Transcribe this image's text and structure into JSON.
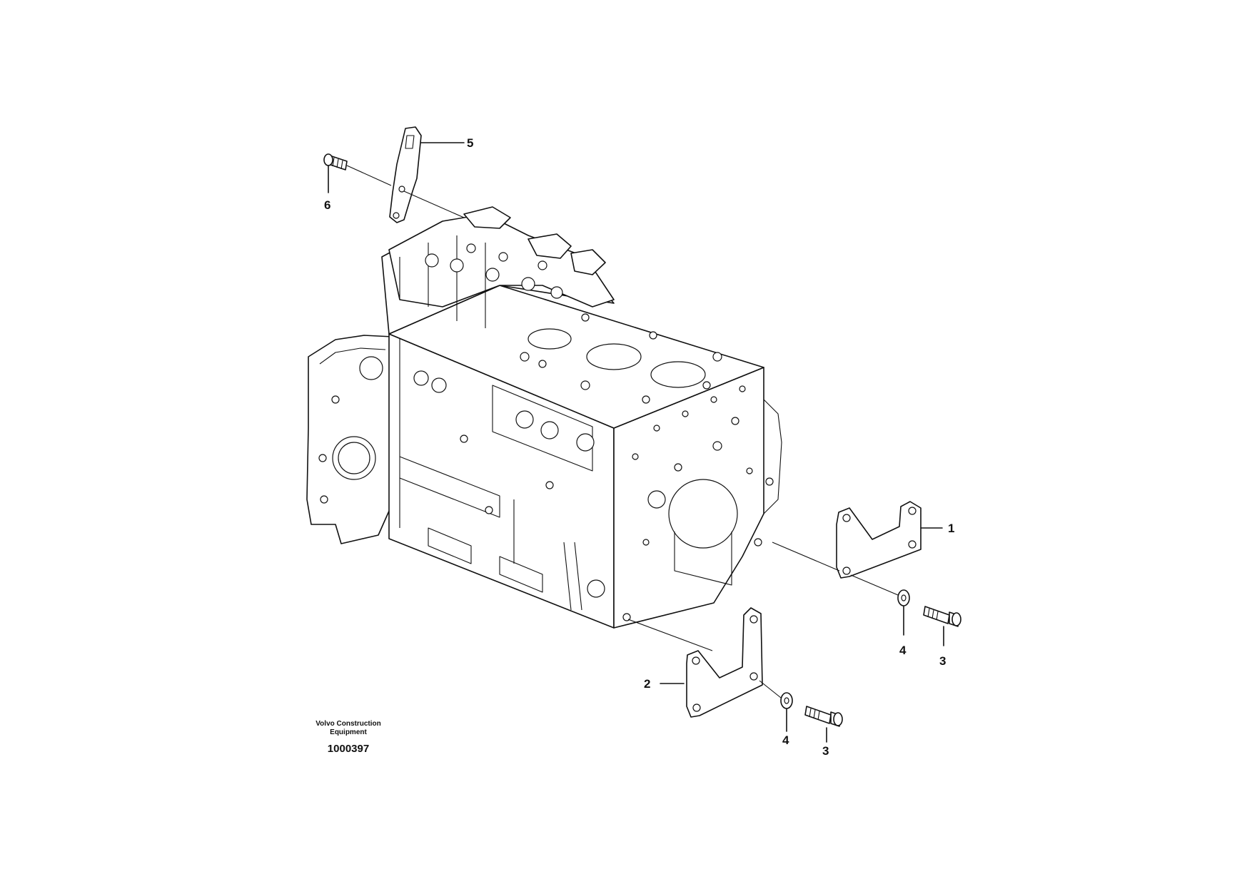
{
  "brand": {
    "line1": "Volvo Construction",
    "line2": "Equipment"
  },
  "figure_number": "1000397",
  "callouts": {
    "c1": "1",
    "c2": "2",
    "c3a": "3",
    "c3b": "3",
    "c4a": "4",
    "c4b": "4",
    "c5": "5",
    "c6": "6"
  }
}
